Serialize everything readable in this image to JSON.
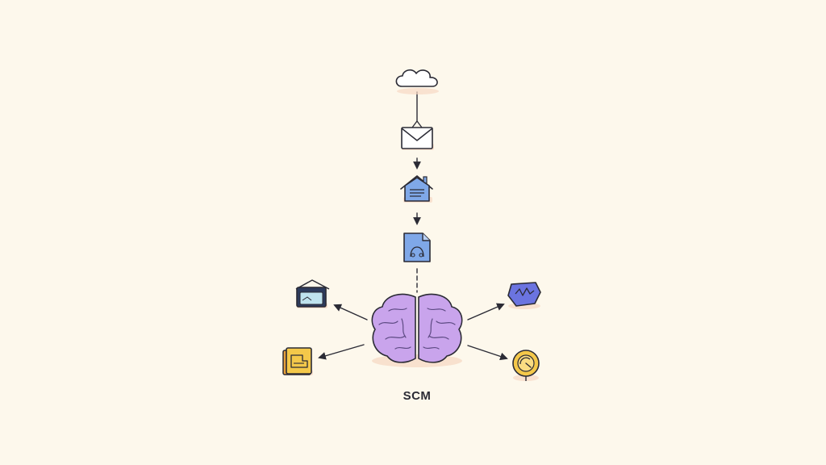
{
  "diagram": {
    "center_label": "SCM",
    "nodes": [
      {
        "id": "cloud",
        "icon": "cloud-icon"
      },
      {
        "id": "mail",
        "icon": "envelope-icon"
      },
      {
        "id": "warehouse",
        "icon": "warehouse-icon"
      },
      {
        "id": "document",
        "icon": "document-icon"
      },
      {
        "id": "brain",
        "icon": "brain-icon"
      },
      {
        "id": "monitor",
        "icon": "monitor-icon"
      },
      {
        "id": "folder",
        "icon": "folder-icon"
      },
      {
        "id": "gem",
        "icon": "gem-icon"
      },
      {
        "id": "gauge",
        "icon": "gauge-icon"
      }
    ],
    "colors": {
      "background": "#FDF8EC",
      "ink": "#2B2B35",
      "brain": "#C9A4EC",
      "blue": "#7FA8E8",
      "indigo": "#6B74E0",
      "yellow": "#F4C84A",
      "orange": "#E9A13A",
      "shadow": "#F6D9C4"
    }
  }
}
